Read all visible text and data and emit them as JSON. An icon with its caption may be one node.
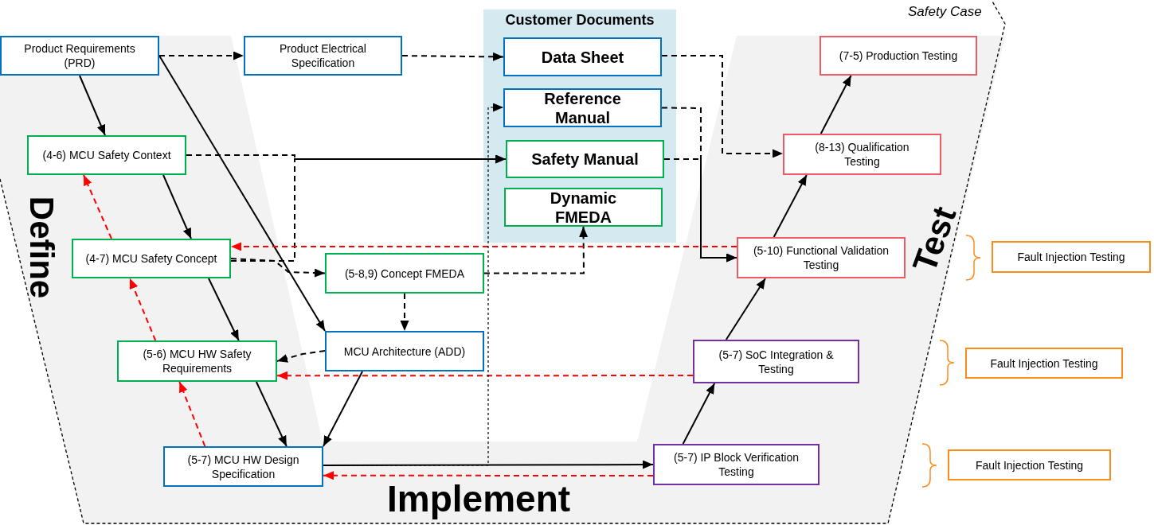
{
  "diagram": {
    "nodes": [
      {
        "text": [
          "Product Requirements (PRD)"
        ]
      },
      {
        "text": [
          "Product Electrical Specification"
        ]
      },
      {
        "text": [
          "Customer Documents"
        ]
      },
      {
        "text": [
          "Data Sheet"
        ],
        "in": 2
      },
      {
        "text": [
          "Reference Manual"
        ],
        "in": 2
      },
      {
        "text": [
          "Safety Manual"
        ],
        "in": 2
      },
      {
        "text": [
          "Dynamic FMEDA"
        ],
        "in": 2
      },
      {
        "text": [
          "(7-5) Production Testing"
        ]
      },
      {
        "text": [
          "(4-6) MCU Safety Context"
        ]
      },
      {
        "text": [
          "(8-13) Qualification Testing"
        ]
      },
      {
        "text": [
          "(4-7) MCU Safety Concept"
        ]
      },
      {
        "text": [
          "(5-8,9) Concept FMEDA"
        ]
      },
      {
        "text": [
          "(5-10) Functional Validation Testing"
        ]
      },
      {
        "text": [
          "Fault Injection Testing"
        ]
      },
      {
        "text": [
          "(5-6) MCU HW Safety Requirements"
        ]
      },
      {
        "text": [
          "MCU Architecture (ADD)"
        ]
      },
      {
        "text": [
          "(5-7) SoC Integration & Testing"
        ]
      },
      {
        "text": [
          "Fault Injection Testing"
        ]
      },
      {
        "text": [
          "(5-7) MCU HW Design Specification"
        ]
      },
      {
        "text": [
          "(5-7) IP Block Verification Testing"
        ]
      },
      {
        "text": [
          "Fault Injection Testing"
        ]
      }
    ],
    "edges": [
      {
        "from": 0,
        "to": 1,
        "arrow": "to",
        "style": "dashed"
      },
      {
        "from": 1,
        "to": 3,
        "arrow": "to",
        "style": "dashed"
      },
      {
        "from": 0,
        "to": 8,
        "arrow": "to"
      },
      {
        "from": 0,
        "to": 15,
        "arrow": "to"
      },
      {
        "from": 8,
        "to": 5,
        "arrow": "to",
        "style": "dashed"
      },
      {
        "from": 10,
        "to": 5,
        "arrow": "to",
        "style": "dashed"
      },
      {
        "from": 10,
        "to": 11,
        "arrow": "to",
        "style": "dashed"
      },
      {
        "from": 8,
        "to": 10,
        "arrow": "to"
      },
      {
        "from": 10,
        "to": 8,
        "arrow": "to",
        "style": "dashed",
        "color": "#ff0000"
      },
      {
        "from": 10,
        "to": 14,
        "arrow": "to"
      },
      {
        "from": 14,
        "to": 10,
        "arrow": "to",
        "style": "dashed",
        "color": "#ff0000"
      },
      {
        "from": 14,
        "to": 18,
        "arrow": "to"
      },
      {
        "from": 18,
        "to": 14,
        "arrow": "to",
        "style": "dashed",
        "color": "#ff0000"
      },
      {
        "from": 15,
        "to": 18,
        "arrow": "to"
      },
      {
        "from": 15,
        "to": 14,
        "arrow": "to",
        "style": "dashed"
      },
      {
        "from": 11,
        "to": 15,
        "arrow": "to",
        "style": "dashed"
      },
      {
        "from": 11,
        "to": 6,
        "arrow": "to",
        "style": "dashed"
      },
      {
        "from": 18,
        "to": 19,
        "arrow": "to"
      },
      {
        "from": 19,
        "to": 18,
        "arrow": "to",
        "style": "dashed",
        "color": "#ff0000"
      },
      {
        "from": 16,
        "to": 14,
        "arrow": "to",
        "style": "dashed",
        "color": "#ff0000"
      },
      {
        "from": 12,
        "to": 10,
        "arrow": "to",
        "style": "dashed",
        "color": "#ff0000"
      },
      {
        "from": 19,
        "to": 16,
        "arrow": "to"
      },
      {
        "from": 16,
        "to": 12,
        "arrow": "to"
      },
      {
        "from": 12,
        "to": 9,
        "arrow": "to"
      },
      {
        "from": 9,
        "to": 7,
        "arrow": "to"
      },
      {
        "from": 3,
        "to": 9,
        "arrow": "to",
        "style": "dashed"
      },
      {
        "from": 4,
        "to": 12,
        "arrow": "to",
        "style": "dashed"
      },
      {
        "from": 5,
        "to": 12,
        "arrow": "to",
        "style": "dashed"
      },
      {
        "from": 18,
        "to": 4,
        "arrow": "to",
        "style": "dashed"
      }
    ],
    "labels": [
      "Safety Case",
      "Define",
      "Test",
      "Implement"
    ]
  }
}
